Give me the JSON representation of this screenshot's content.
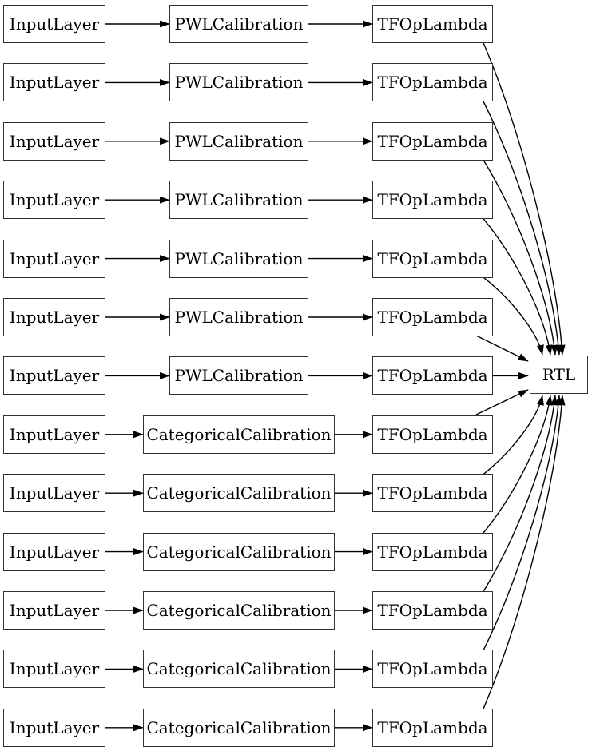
{
  "diagram": {
    "colors": {
      "background": "#ffffff",
      "node_border": "#333333",
      "edge": "#000000",
      "text": "#000000"
    },
    "rtl": {
      "label": "RTL"
    },
    "rows": [
      {
        "input_label": "InputLayer",
        "calibration_label": "PWLCalibration",
        "calibration_type": "pwl",
        "lambda_label": "TFOpLambda"
      },
      {
        "input_label": "InputLayer",
        "calibration_label": "PWLCalibration",
        "calibration_type": "pwl",
        "lambda_label": "TFOpLambda"
      },
      {
        "input_label": "InputLayer",
        "calibration_label": "PWLCalibration",
        "calibration_type": "pwl",
        "lambda_label": "TFOpLambda"
      },
      {
        "input_label": "InputLayer",
        "calibration_label": "PWLCalibration",
        "calibration_type": "pwl",
        "lambda_label": "TFOpLambda"
      },
      {
        "input_label": "InputLayer",
        "calibration_label": "PWLCalibration",
        "calibration_type": "pwl",
        "lambda_label": "TFOpLambda"
      },
      {
        "input_label": "InputLayer",
        "calibration_label": "PWLCalibration",
        "calibration_type": "pwl",
        "lambda_label": "TFOpLambda"
      },
      {
        "input_label": "InputLayer",
        "calibration_label": "PWLCalibration",
        "calibration_type": "pwl",
        "lambda_label": "TFOpLambda"
      },
      {
        "input_label": "InputLayer",
        "calibration_label": "CategoricalCalibration",
        "calibration_type": "categorical",
        "lambda_label": "TFOpLambda"
      },
      {
        "input_label": "InputLayer",
        "calibration_label": "CategoricalCalibration",
        "calibration_type": "categorical",
        "lambda_label": "TFOpLambda"
      },
      {
        "input_label": "InputLayer",
        "calibration_label": "CategoricalCalibration",
        "calibration_type": "categorical",
        "lambda_label": "TFOpLambda"
      },
      {
        "input_label": "InputLayer",
        "calibration_label": "CategoricalCalibration",
        "calibration_type": "categorical",
        "lambda_label": "TFOpLambda"
      },
      {
        "input_label": "InputLayer",
        "calibration_label": "CategoricalCalibration",
        "calibration_type": "categorical",
        "lambda_label": "TFOpLambda"
      },
      {
        "input_label": "InputLayer",
        "calibration_label": "CategoricalCalibration",
        "calibration_type": "categorical",
        "lambda_label": "TFOpLambda"
      }
    ]
  }
}
